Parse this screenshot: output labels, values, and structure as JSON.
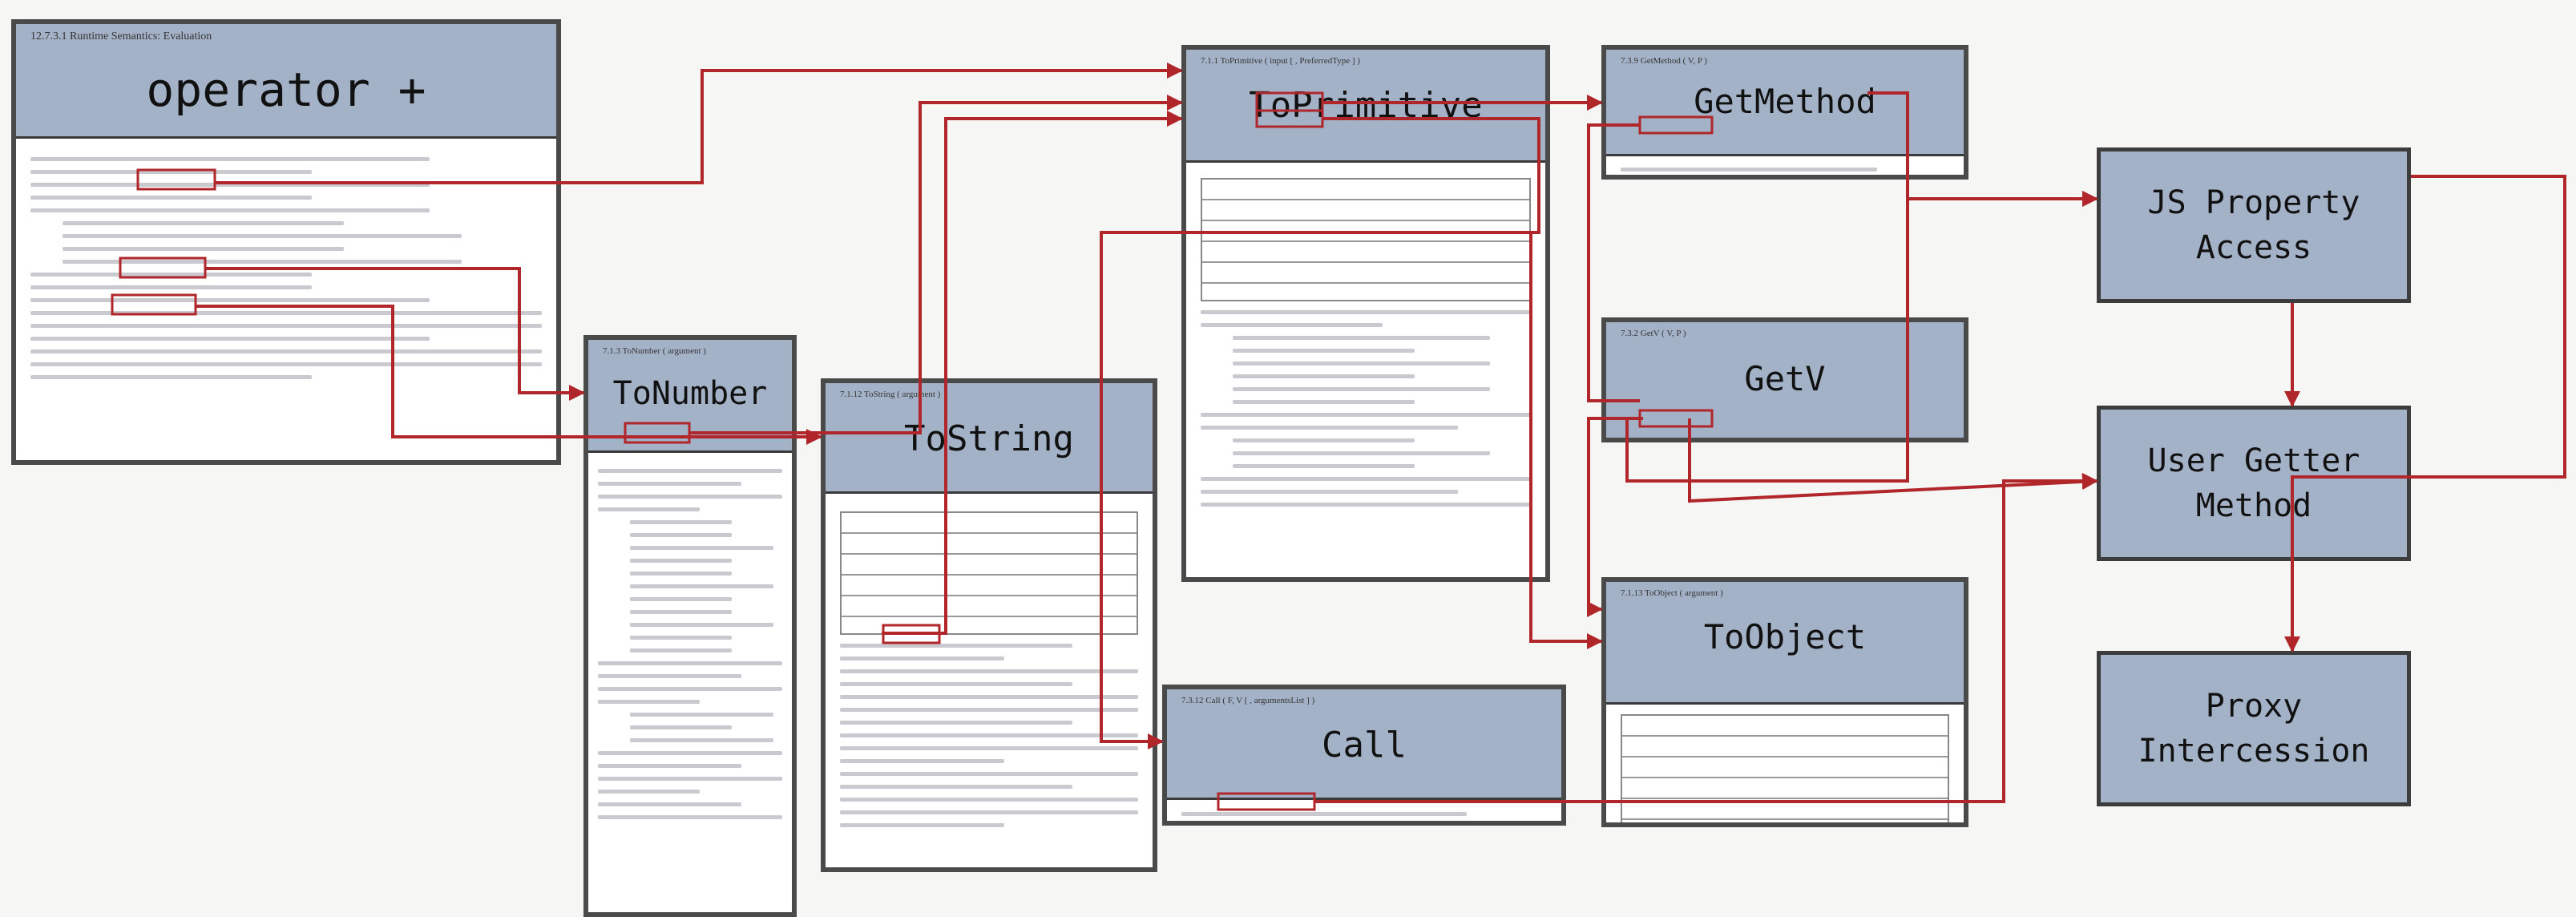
{
  "documents": [
    {
      "key": "operator_plus",
      "title": "operator +",
      "section": "12.7.3.1   Runtime Semantics: Evaluation"
    },
    {
      "key": "to_number",
      "title": "ToNumber",
      "section": "7.1.3  ToNumber ( argument )"
    },
    {
      "key": "to_string",
      "title": "ToString",
      "section": "7.1.12  ToString ( argument )"
    },
    {
      "key": "to_primitive",
      "title": "ToPrimitive",
      "section": "7.1.1  ToPrimitive ( input [ , PreferredType ] )"
    },
    {
      "key": "call",
      "title": "Call",
      "section": "7.3.12  Call ( F, V [ , argumentsList ] )"
    },
    {
      "key": "get_method",
      "title": "GetMethod",
      "section": "7.3.9  GetMethod ( V, P )"
    },
    {
      "key": "get_v",
      "title": "GetV",
      "section": "7.3.2  GetV ( V, P )"
    },
    {
      "key": "to_object",
      "title": "ToObject",
      "section": "7.1.13  ToObject ( argument )"
    }
  ],
  "concepts": [
    {
      "key": "js_property_access",
      "label": "JS Property\nAccess"
    },
    {
      "key": "user_getter_method",
      "label": "User Getter\nMethod"
    },
    {
      "key": "proxy_interception",
      "label": "Proxy\nIntercession"
    }
  ],
  "colors": {
    "wire": "#b0262a",
    "header": "#a4b2c8",
    "border": "#3d3d3d",
    "page": "#ffffff"
  }
}
